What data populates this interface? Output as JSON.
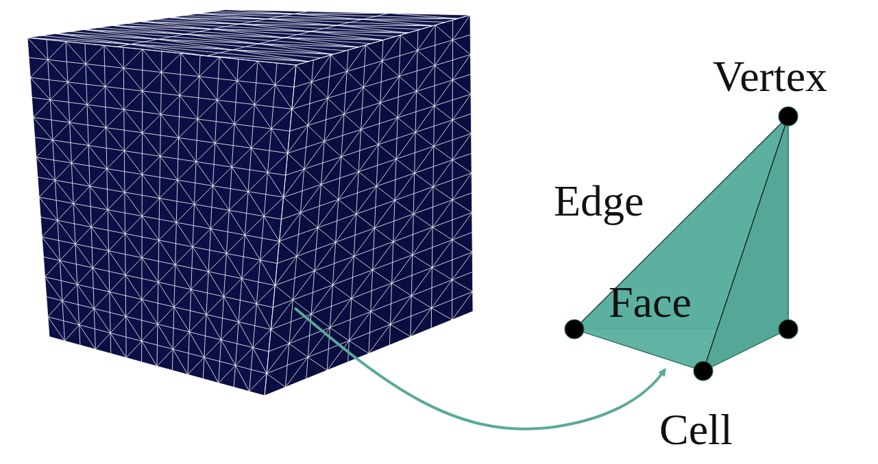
{
  "diagram": {
    "labels": [
      "Vertex",
      "Edge",
      "Face",
      "Cell"
    ]
  }
}
